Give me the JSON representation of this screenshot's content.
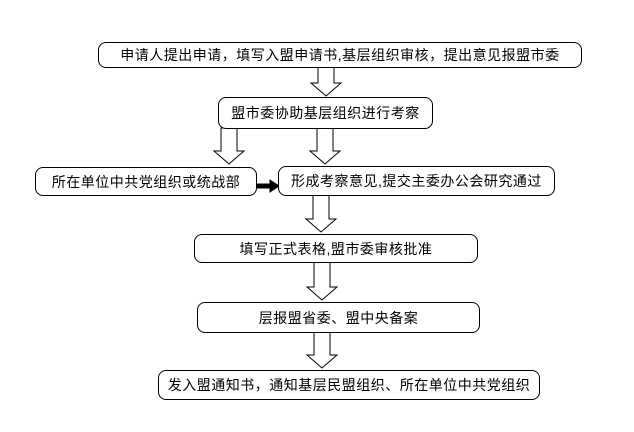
{
  "diagram": {
    "type": "flowchart",
    "background_color": "#ffffff",
    "line_color": "#000000",
    "text_color": "#000000",
    "steps": [
      {
        "id": "step1",
        "label": "申请人提出申请，填写入盟申请书,基层组织审核，提出意见报盟市委"
      },
      {
        "id": "step2",
        "label": "盟市委协助基层组织进行考察"
      },
      {
        "id": "step3",
        "label": "所在单位中共党组织或统战部"
      },
      {
        "id": "step4",
        "label": "形成考察意见,提交主委办公会研究通过"
      },
      {
        "id": "step5",
        "label": "填写正式表格,盟市委审核批准"
      },
      {
        "id": "step6",
        "label": "层报盟省委、盟中央备案"
      },
      {
        "id": "step7",
        "label": "发入盟通知书，通知基层民盟组织、所在单位中共党组织"
      }
    ],
    "connectors": [
      {
        "from": "step1",
        "to": "step2",
        "style": "hollow-down-block-arrow"
      },
      {
        "from": "step2",
        "to": "step3",
        "style": "hollow-down-block-arrow"
      },
      {
        "from": "step2",
        "to": "step4",
        "style": "hollow-down-block-arrow"
      },
      {
        "from": "step3",
        "to": "step4",
        "style": "solid-right-arrow"
      },
      {
        "from": "step4",
        "to": "step5",
        "style": "hollow-down-block-arrow"
      },
      {
        "from": "step5",
        "to": "step6",
        "style": "hollow-down-block-arrow"
      },
      {
        "from": "step6",
        "to": "step7",
        "style": "hollow-down-block-arrow"
      }
    ]
  }
}
